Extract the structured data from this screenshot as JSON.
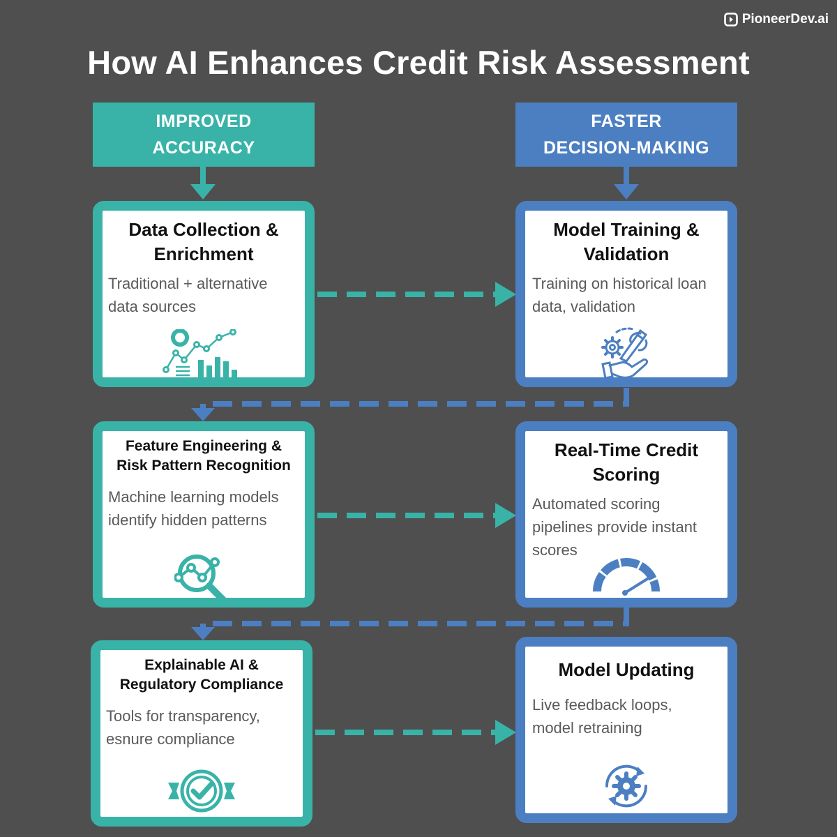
{
  "brand": {
    "name": "PioneerDev.ai",
    "icon": "pioneerdev-logo-icon"
  },
  "title": "How AI Enhances Credit Risk Assessment",
  "colors": {
    "background": "#4f4f4f",
    "teal": "#39b3a8",
    "blue": "#4c7fc2",
    "text": "#111111",
    "muted_text": "#5a5a5a"
  },
  "columns": {
    "left": {
      "header_line1": "IMPROVED",
      "header_line2": "ACCURACY"
    },
    "right": {
      "header_line1": "FASTER",
      "header_line2": "DECISION-MAKING"
    }
  },
  "steps": [
    {
      "title_line1": "Data Collection &",
      "title_line2": "Enrichment",
      "description": "Traditional + alternative\ndata sources",
      "icon": "analytics-chart-icon"
    },
    {
      "title_line1": "Model Training &",
      "title_line2": "Validation",
      "description": "Training on historical loan\ndata, validation",
      "icon": "gear-hand-tools-icon"
    },
    {
      "title_line1": "Feature Engineering &",
      "title_line2": "Risk Pattern Recognition",
      "description": "Machine learning models\nidentify hidden patterns",
      "icon": "magnifier-graph-icon"
    },
    {
      "title_line1": "Real-Time Credit",
      "title_line2": "Scoring",
      "description": "Automated scoring\npipelines provide instant\nscores",
      "icon": "speedometer-icon"
    },
    {
      "title_line1": "Explainable AI &",
      "title_line2": "Regulatory Compliance",
      "description": "Tools for transparency,\nesnure compliance",
      "icon": "check-badge-icon"
    },
    {
      "title_line1": "Model Updating",
      "title_line2": "",
      "description": "Live feedback loops,\nmodel retraining",
      "icon": "gear-refresh-icon"
    }
  ]
}
